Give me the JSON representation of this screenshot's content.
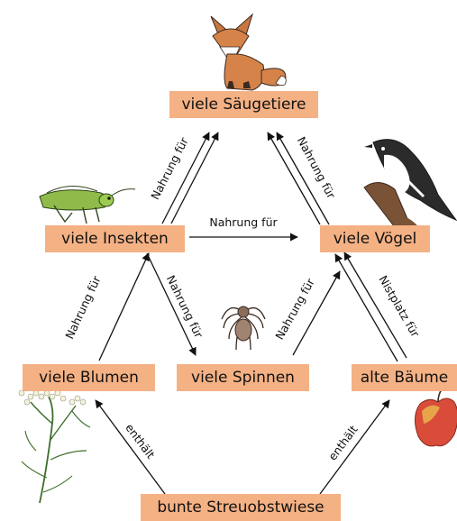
{
  "nodes": {
    "saeugetiere": "viele Säugetiere",
    "insekten": "viele Insekten",
    "voegel": "viele Vögel",
    "blumen": "viele Blumen",
    "spinnen": "viele Spinnen",
    "baeume": "alte Bäume",
    "streuobstwiese": "bunte Streuobstwiese"
  },
  "edges": {
    "insekten_to_saeugetiere": "Nahrung für",
    "voegel_to_saeugetiere": "Nahrung für",
    "insekten_to_voegel": "Nahrung für",
    "blumen_to_insekten": "Nahrung für",
    "insekten_to_spinnen": "Nahrung für",
    "spinnen_to_voegel": "Nahrung für",
    "baeume_to_voegel": "Nistplatz für",
    "streuobstwiese_to_blumen": "enthält",
    "streuobstwiese_to_baeume": "enthält"
  },
  "illustrations": [
    "fox-illustration",
    "grasshopper-illustration",
    "bird-illustration",
    "spider-illustration",
    "flower-illustration",
    "apple-illustration"
  ],
  "colors": {
    "node_fill": "#f4b184",
    "arrow": "#111111"
  }
}
